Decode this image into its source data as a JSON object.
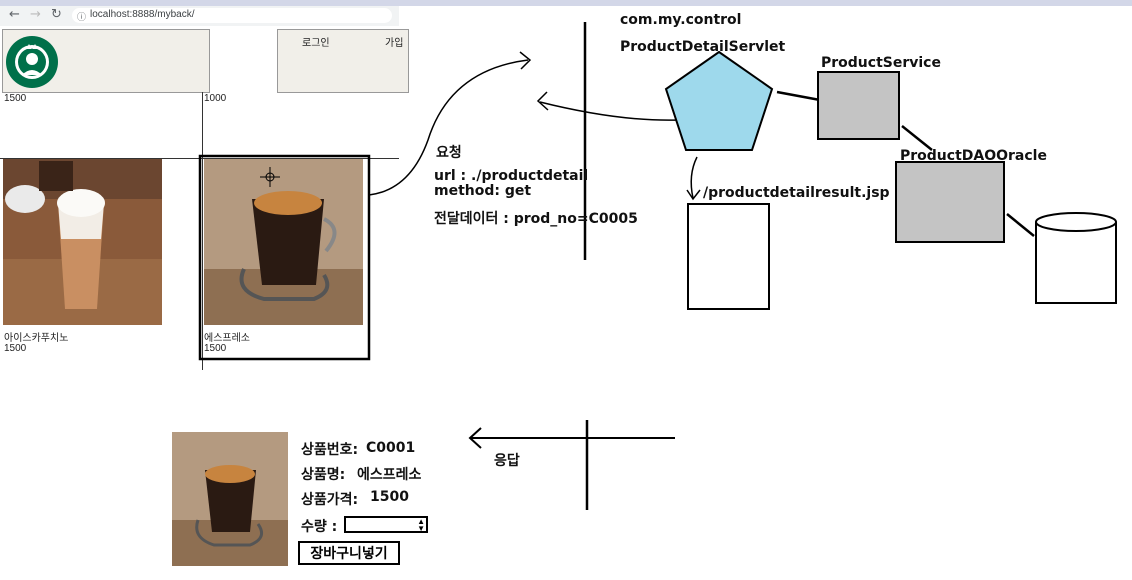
{
  "browser": {
    "back_icon": "←",
    "forward_icon": "→",
    "reload_icon": "↻",
    "info_icon": "ⓘ",
    "url": "localhost:8888/myback/"
  },
  "site": {
    "nav_login": "로그인",
    "nav_join": "가입",
    "products_top": [
      {
        "price": "1500"
      },
      {
        "price": "1000"
      }
    ],
    "products": [
      {
        "name": "아이스카푸치노",
        "price": "1500"
      },
      {
        "name": "에스프레소",
        "price": "1500"
      }
    ]
  },
  "diagram": {
    "package": "com.my.control",
    "servlet": "ProductDetailServlet",
    "service": "ProductService",
    "dao": "ProductDAOOracle",
    "jsp": "/productdetailresult.jsp",
    "request_title": "요청",
    "request_url": "url : ./productdetail",
    "request_method": "method: get",
    "request_data": "전달데이터 : prod_no=C0005",
    "response": "응답"
  },
  "detail": {
    "prod_no_label": "상품번호:",
    "prod_no_value": "C0001",
    "name_label": "상품명:",
    "name_value": "에스프레소",
    "price_label": "상품가격:",
    "price_value": "1500",
    "qty_label": "수량 :",
    "qty_value": "",
    "cart_button": "장바구니넣기"
  },
  "colors": {
    "servlet_fill": "#9ed9ec",
    "box_fill": "#c4c4c4"
  }
}
